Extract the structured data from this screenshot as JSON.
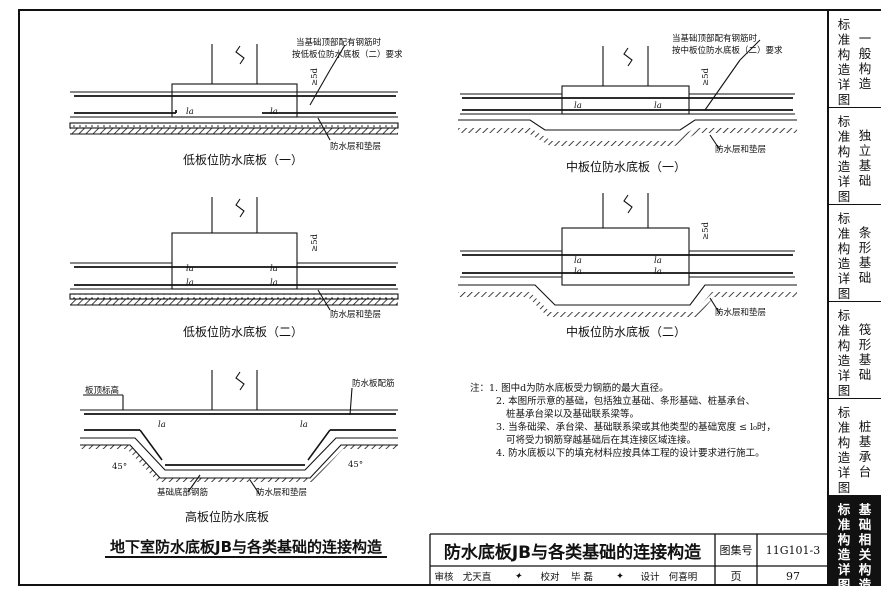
{
  "side_tabs": [
    {
      "col1": "标准构造详图",
      "col2": "一般构造"
    },
    {
      "col1": "标准构造详图",
      "col2": "独立基础"
    },
    {
      "col1": "标准构造详图",
      "col2": "条形基础"
    },
    {
      "col1": "标准构造详图",
      "col2": "筏形基础"
    },
    {
      "col1": "标准构造详图",
      "col2": "桩基承台"
    },
    {
      "col1": "标准构造详图",
      "col2": "基础相关构造"
    }
  ],
  "diagrams": {
    "low1": {
      "caption": "低板位防水底板（一）",
      "note1": "当基础顶部配有钢筋时",
      "note2": "按低板位防水底板（二）要求",
      "la": "la",
      "d5": "≥5d",
      "layer": "防水层和垫层"
    },
    "low2": {
      "caption": "低板位防水底板（二）",
      "la": "la",
      "d5": "≥5d",
      "layer": "防水层和垫层"
    },
    "high": {
      "caption": "高板位防水底板",
      "top_elev": "板顶标高",
      "slab_rebar": "防水板配筋",
      "base_rebar": "基础底部钢筋",
      "layer": "防水层和垫层",
      "la": "la",
      "angle": "45°"
    },
    "mid1": {
      "caption": "中板位防水底板（一）",
      "note1": "当基础顶部配有钢筋时",
      "note2": "按中板位防水底板（二）要求",
      "la": "la",
      "d5": "≥5d",
      "layer": "防水层和垫层"
    },
    "mid2": {
      "caption": "中板位防水底板（二）",
      "la": "la",
      "d5": "≥5d",
      "layer": "防水层和垫层"
    }
  },
  "notes": {
    "prefix": "注：",
    "items": [
      "1. 图中d为防水底板受力钢筋的最大直径。",
      "2. 本图所示意的基础，包括独立基础、条形基础、桩基承台、",
      "桩基承台梁以及基础联系梁等。",
      "3. 当条础梁、承台梁、基础联系梁或其他类型的基础宽度 ≤ l₀时，",
      "可将受力钢筋穿越基础后在其连接区域连接。",
      "4. 防水底板以下的填充材料应按具体工程的设计要求进行施工。"
    ]
  },
  "main_title": "地下室防水底板JB与各类基础的连接构造",
  "title_block": {
    "title": "防水底板JB与各类基础的连接构造",
    "atlas_label": "图集号",
    "atlas_no": "11G101-3",
    "page_label": "页",
    "page_no": "97",
    "review_label": "审核",
    "reviewer": "尤天直",
    "check_label": "校对",
    "checker": "毕 磊",
    "design_label": "设计",
    "designer": "何喜明"
  }
}
